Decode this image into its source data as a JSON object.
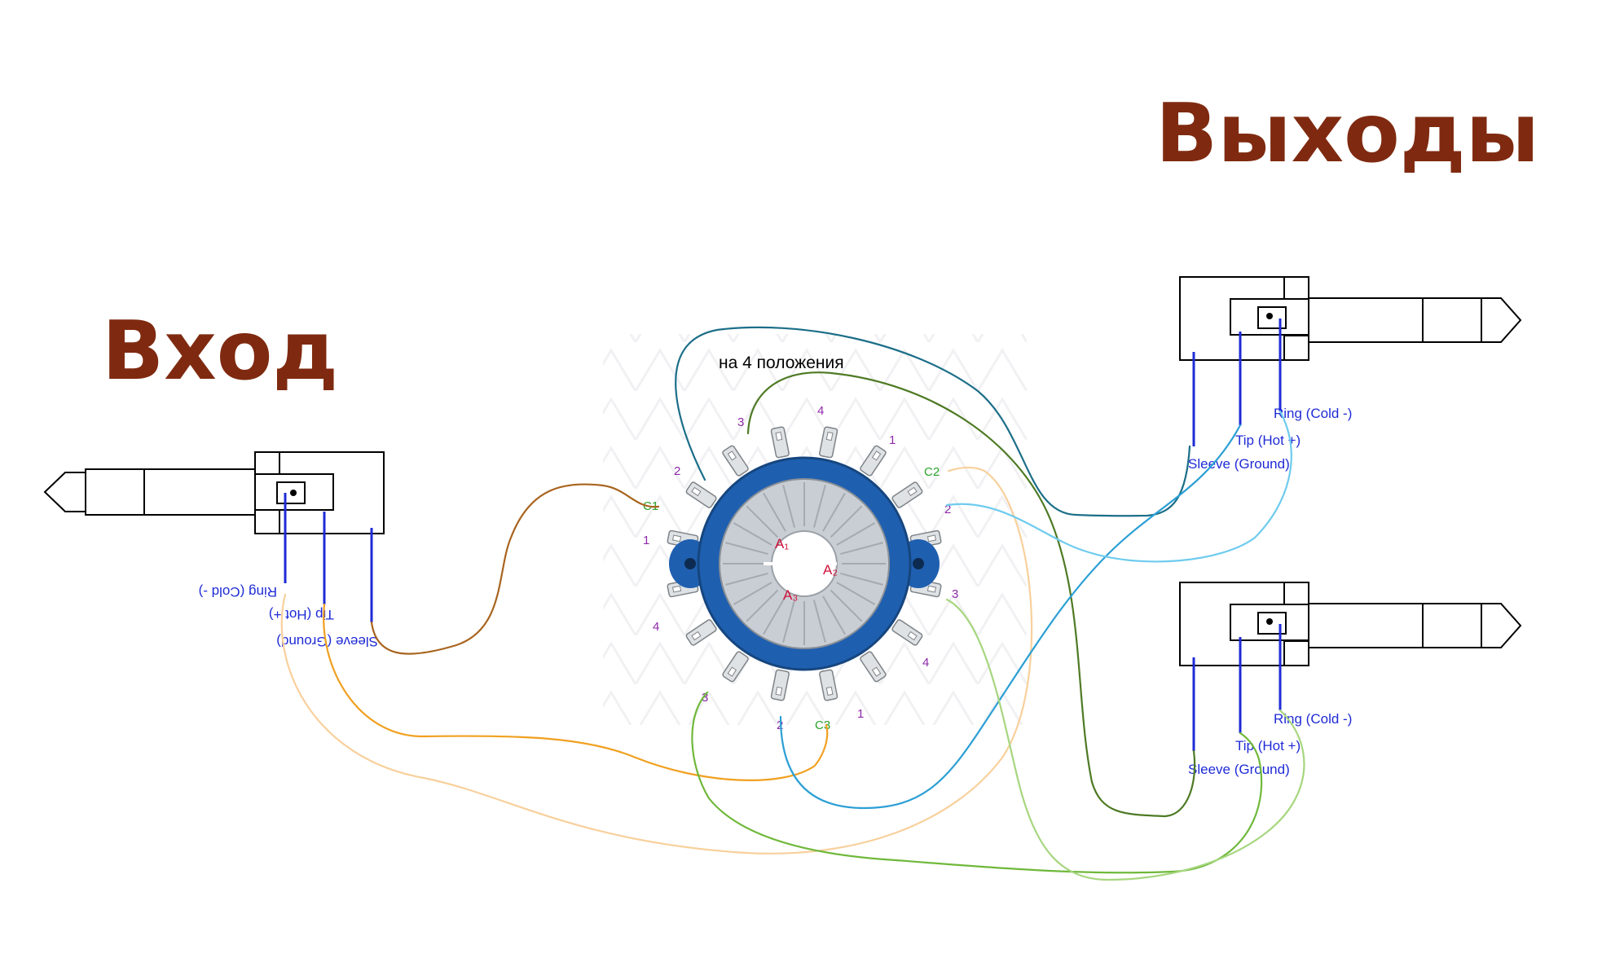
{
  "titles": {
    "input": "Вход",
    "outputs": "Выходы"
  },
  "switch": {
    "caption": "на 4 положения",
    "pins": {
      "p3_top": "3",
      "p4_top": "4",
      "p1_tr": "1",
      "c2": "C2",
      "p2_r": "2",
      "p3_r": "3",
      "p4_br": "4",
      "p1_b": "1",
      "c3": "C3",
      "p2_b": "2",
      "p3_bl": "3",
      "p4_l": "4",
      "p1_l": "1",
      "c1": "C1",
      "p2_tl": "2"
    },
    "commons": {
      "a1": "A₁",
      "a2": "A₂",
      "a3": "A₃"
    }
  },
  "input_jack": {
    "ring": "Ring (Cold -)",
    "tip": "Tip (Hot +)",
    "sleeve": "Sleeve (Ground)"
  },
  "output_jack_1": {
    "ring": "Ring (Cold -)",
    "tip": "Tip (Hot +)",
    "sleeve": "Sleeve (Ground)"
  },
  "output_jack_2": {
    "ring": "Ring (Cold -)",
    "tip": "Tip (Hot +)",
    "sleeve": "Sleeve (Ground)"
  },
  "colors": {
    "title": "#7f2a10",
    "label": "#1f2bd6",
    "switch_body": "#1f5fb0",
    "wire_brown": "#a8641e",
    "wire_orange": "#f0a020",
    "wire_peach": "#f8d09c",
    "wire_teal": "#1c6e88",
    "wire_olive": "#4e7a24",
    "wire_blue": "#2b9fd4",
    "wire_sky": "#6ecbee",
    "wire_green": "#6fb83a",
    "wire_lightgreen": "#a6d67e"
  }
}
